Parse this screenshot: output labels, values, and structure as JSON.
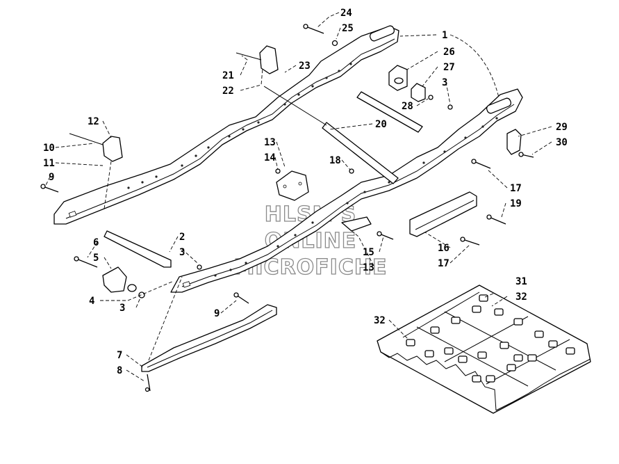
{
  "watermark": {
    "line1": "HLSM'S",
    "line2": "ONLINE",
    "line3": "MICROFICHE"
  },
  "callouts": [
    {
      "id": "c24",
      "label": "24"
    },
    {
      "id": "c25",
      "label": "25"
    },
    {
      "id": "c1",
      "label": "1"
    },
    {
      "id": "c26",
      "label": "26"
    },
    {
      "id": "c27",
      "label": "27"
    },
    {
      "id": "c3a",
      "label": "3"
    },
    {
      "id": "c28",
      "label": "28"
    },
    {
      "id": "c21",
      "label": "21"
    },
    {
      "id": "c23",
      "label": "23"
    },
    {
      "id": "c22",
      "label": "22"
    },
    {
      "id": "c12",
      "label": "12"
    },
    {
      "id": "c20",
      "label": "20"
    },
    {
      "id": "c29",
      "label": "29"
    },
    {
      "id": "c30",
      "label": "30"
    },
    {
      "id": "c10",
      "label": "10"
    },
    {
      "id": "c11",
      "label": "11"
    },
    {
      "id": "c13a",
      "label": "13"
    },
    {
      "id": "c14",
      "label": "14"
    },
    {
      "id": "c18",
      "label": "18"
    },
    {
      "id": "c9a",
      "label": "9"
    },
    {
      "id": "c17a",
      "label": "17"
    },
    {
      "id": "c19",
      "label": "19"
    },
    {
      "id": "c2",
      "label": "2"
    },
    {
      "id": "c6",
      "label": "6"
    },
    {
      "id": "c3b",
      "label": "3"
    },
    {
      "id": "c5",
      "label": "5"
    },
    {
      "id": "c15",
      "label": "15"
    },
    {
      "id": "c16",
      "label": "16"
    },
    {
      "id": "c13b",
      "label": "13"
    },
    {
      "id": "c17b",
      "label": "17"
    },
    {
      "id": "c4",
      "label": "4"
    },
    {
      "id": "c3c",
      "label": "3"
    },
    {
      "id": "c9b",
      "label": "9"
    },
    {
      "id": "c31",
      "label": "31"
    },
    {
      "id": "c32a",
      "label": "32"
    },
    {
      "id": "c32b",
      "label": "32"
    },
    {
      "id": "c7",
      "label": "7"
    },
    {
      "id": "c8",
      "label": "8"
    }
  ]
}
